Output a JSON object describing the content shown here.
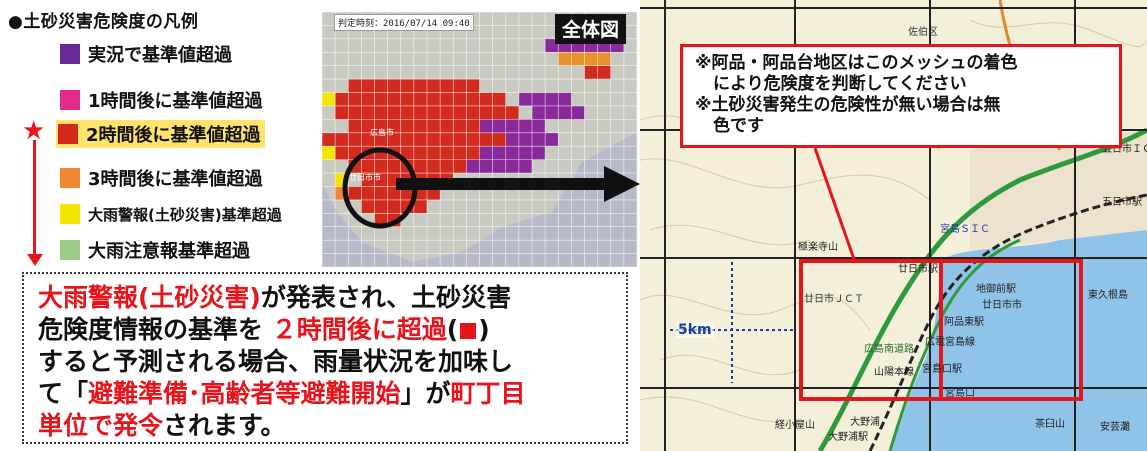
{
  "legend": {
    "title": "●土砂災害危険度の凡例",
    "items": [
      {
        "label": "実況で基準値超過",
        "color": "#6a2a94"
      },
      {
        "label": "1時間後に基準値超過",
        "color": "#e22a8c"
      },
      {
        "label": "2時間後に基準値超過",
        "color": "#d32a1e"
      },
      {
        "label": "3時間後に基準値超過",
        "color": "#ef8830"
      },
      {
        "label": "大雨警報(土砂災害)基準超過",
        "color": "#f4e500"
      },
      {
        "label": "大雨注意報基準超過",
        "color": "#9ccb8a"
      }
    ]
  },
  "description": {
    "l1a": "大雨警報(土砂災害)",
    "l1b": "が発表され、土砂災害",
    "l2a": "危険度情報の基準を",
    "l2b": "２時間後に超過",
    "l2c": "(",
    "l2d": ")",
    "l3": "すると予測される場合、雨量状況を加味し",
    "l4a": "て「",
    "l4b": "避難準備･高齢者等避難開始",
    "l4c": "」が",
    "l4d": "町丁目",
    "l5a": "単位で発令",
    "l5b": "されます。"
  },
  "overview": {
    "badge": "全体図",
    "timestamp": "判定時刻：2016/07/14 09:40",
    "place_labels": [
      "広島市",
      "廿日市市"
    ]
  },
  "detail_map": {
    "callout_lines": [
      "※阿品・阿品台地区はこのメッシュの着色",
      "により危険度を判断してください",
      "※土砂災害発生の危険性が無い場合は無",
      "色です"
    ],
    "scale_label": "5km",
    "place_labels": [
      "佐伯区",
      "宮島ＳＩＣ",
      "廿日市ＪＣＴ",
      "廿日市市",
      "廿日市駅",
      "阿品東駅",
      "宮島口駅",
      "広島南道路",
      "地御前駅",
      "山陽本線",
      "広電宮島線",
      "大野浦駅",
      "大野浦",
      "経小屋山",
      "宮島口",
      "五日市ＩＣ",
      "五日市駅",
      "東久根島",
      "極楽寺山",
      "安芸灘",
      "茶臼山"
    ]
  }
}
